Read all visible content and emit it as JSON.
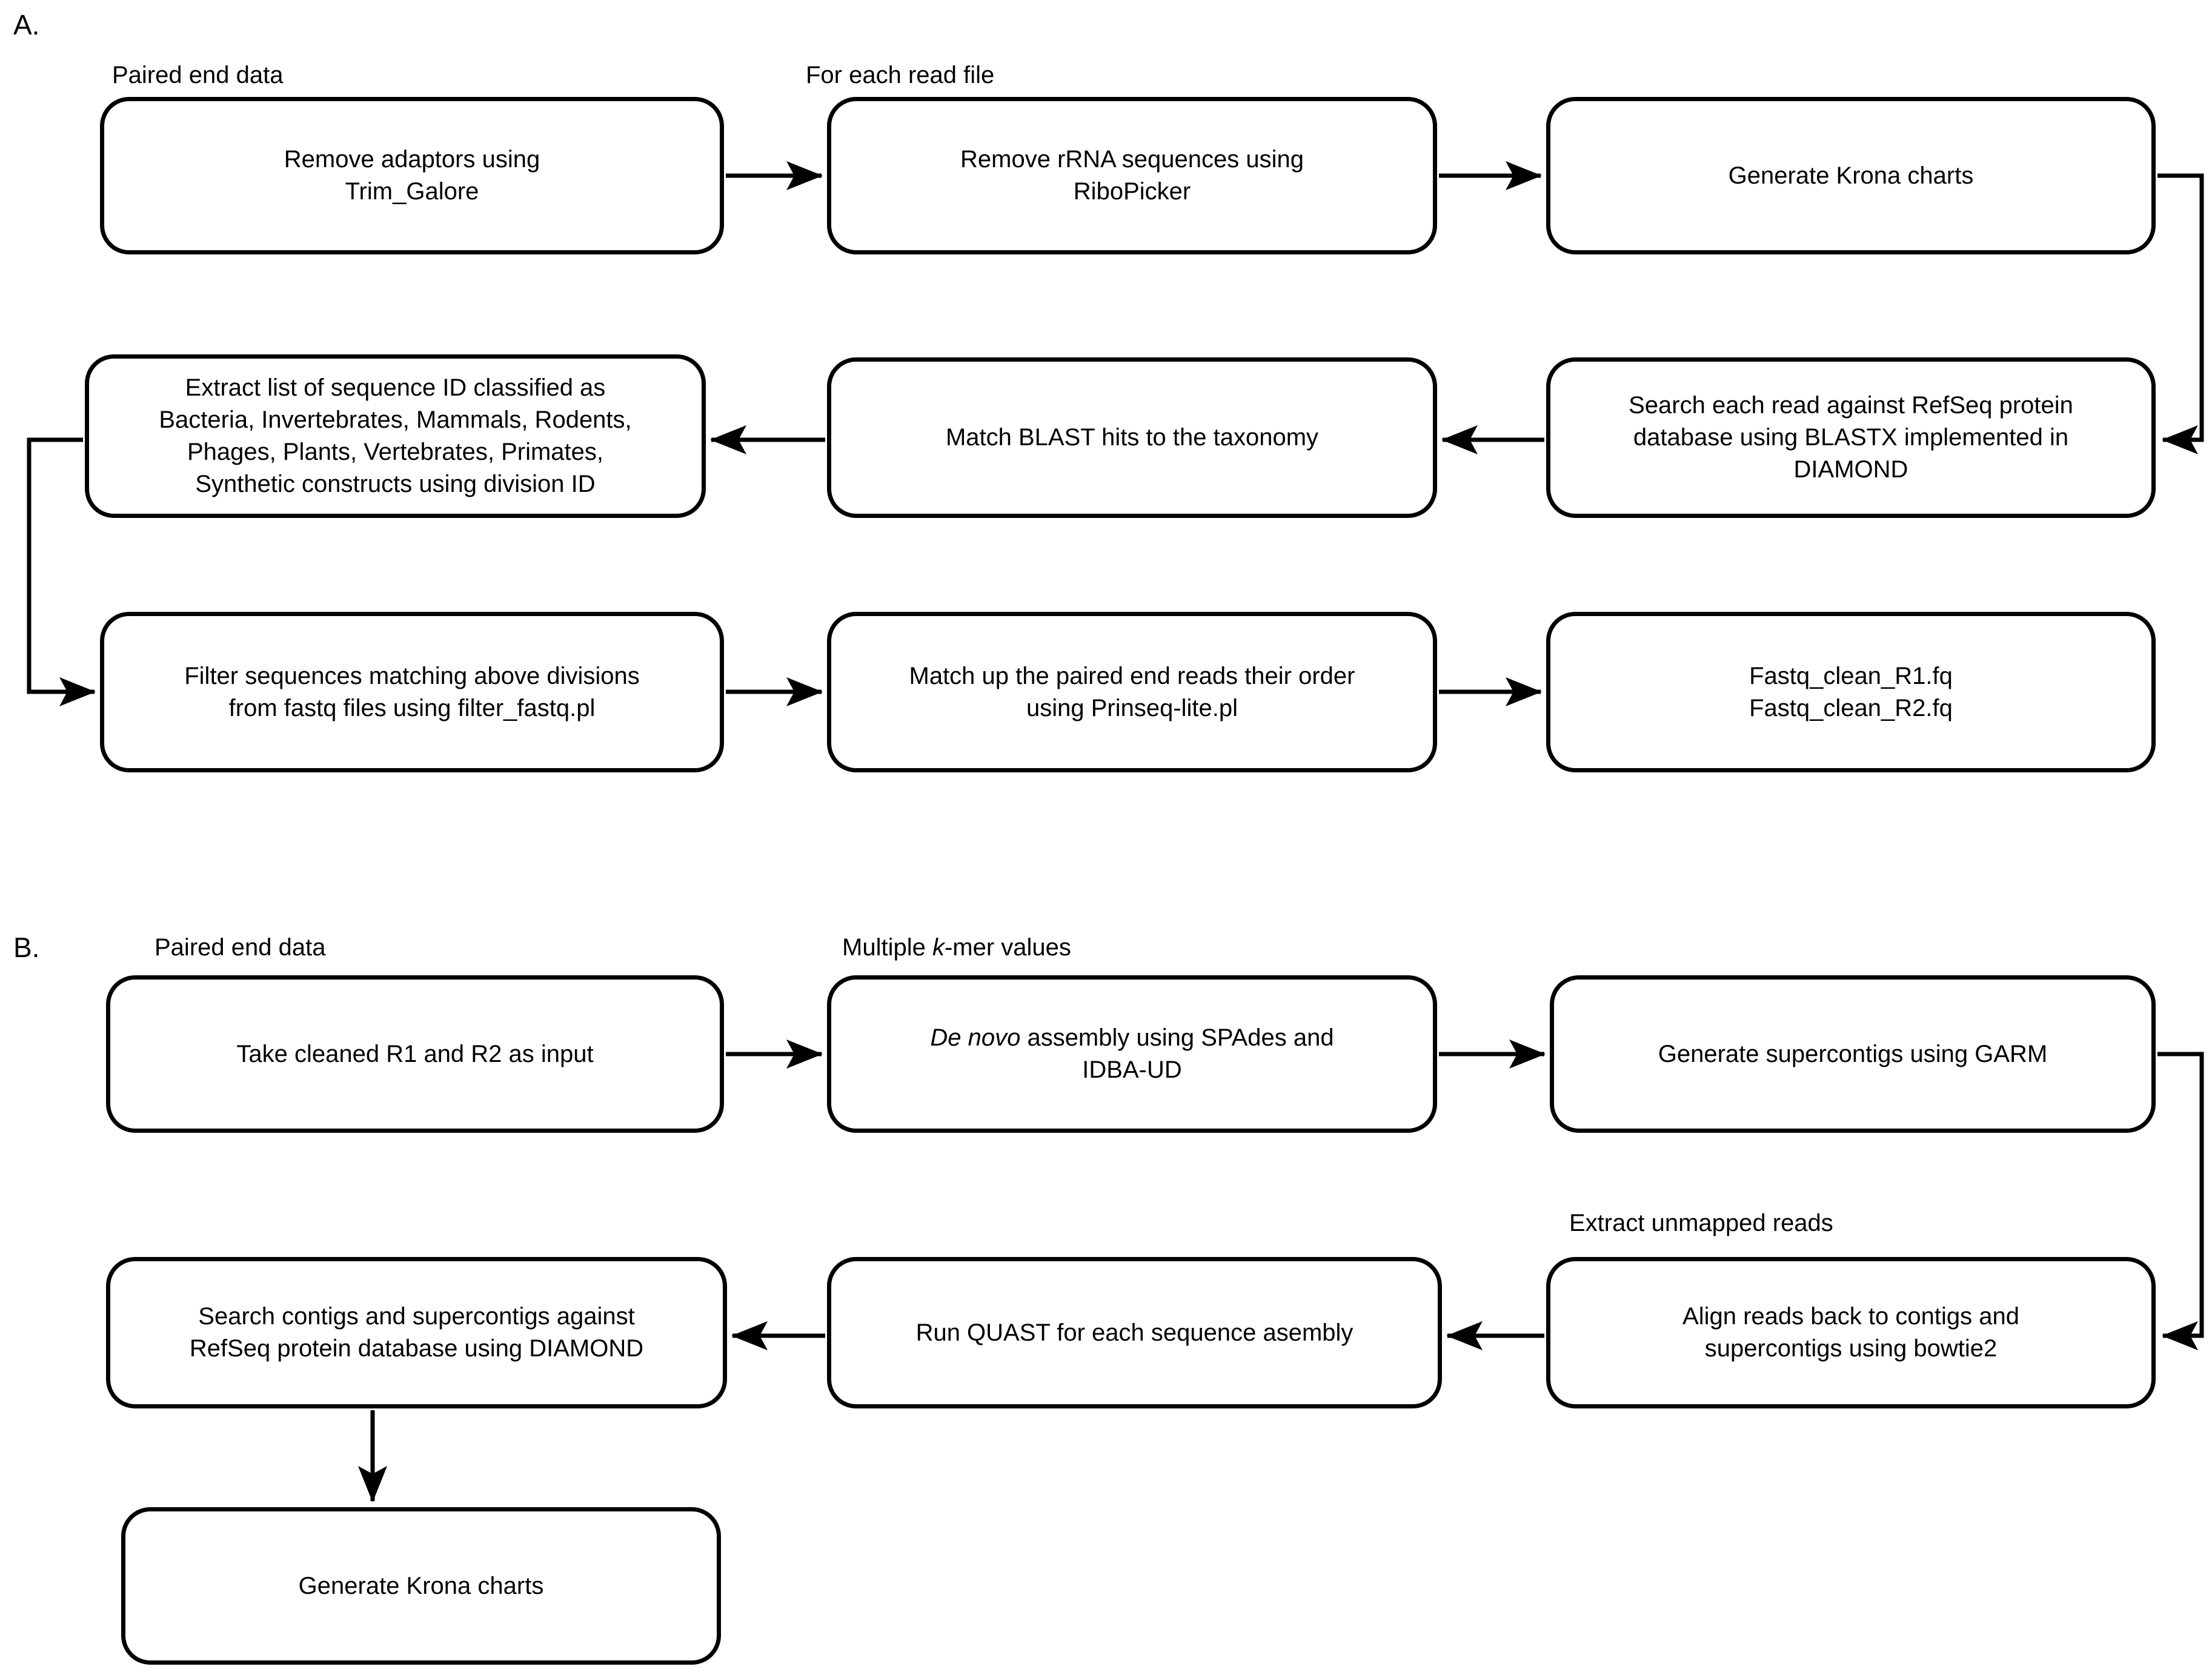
{
  "figure": {
    "background": "#ffffff",
    "line_color": "#000000",
    "sections": {
      "a": {
        "label": "A."
      },
      "b": {
        "label": "B."
      }
    },
    "annotations": {
      "a_paired_end": "Paired end data",
      "a_for_each_read_file": "For each read file",
      "b_paired_end": "Paired end data",
      "b_multiple_kmer_prefix": "Multiple ",
      "b_multiple_kmer_italic": "k",
      "b_multiple_kmer_suffix": "-mer values",
      "b_extract_unmapped": "Extract unmapped reads"
    },
    "boxes": {
      "a1": {
        "lines": [
          "Remove adaptors using",
          "Trim_Galore"
        ]
      },
      "a2": {
        "lines": [
          "Remove rRNA sequences using",
          "RiboPicker"
        ]
      },
      "a3": {
        "lines": [
          "Generate Krona charts"
        ]
      },
      "a4": {
        "lines": [
          "Search each read against RefSeq protein",
          "database using BLASTX implemented in",
          "DIAMOND"
        ]
      },
      "a5": {
        "lines": [
          "Match BLAST hits to the taxonomy"
        ]
      },
      "a6": {
        "lines": [
          "Extract list of sequence ID classified as",
          "Bacteria, Invertebrates, Mammals, Rodents,",
          "Phages, Plants, Vertebrates, Primates,",
          "Synthetic constructs using division ID"
        ]
      },
      "a7": {
        "lines": [
          "Filter sequences matching above divisions",
          "from fastq files using filter_fastq.pl"
        ]
      },
      "a8": {
        "lines": [
          "Match up the paired end reads their order",
          "using Prinseq-lite.pl"
        ]
      },
      "a9": {
        "lines": [
          "Fastq_clean_R1.fq",
          "Fastq_clean_R2.fq"
        ]
      },
      "b1": {
        "lines": [
          "Take cleaned R1 and R2 as input"
        ]
      },
      "b2": {
        "line1_italic": "De novo",
        "line1_rest": " assembly using SPAdes and",
        "line2": "IDBA-UD"
      },
      "b3": {
        "lines": [
          "Generate supercontigs using GARM"
        ]
      },
      "b4": {
        "lines": [
          "Align reads back to contigs and",
          "supercontigs using bowtie2"
        ]
      },
      "b5": {
        "lines": [
          "Run QUAST for each sequence asembly"
        ]
      },
      "b6": {
        "lines": [
          "Search contigs and supercontigs against",
          "RefSeq protein database using DIAMOND"
        ]
      },
      "b7": {
        "lines": [
          "Generate Krona charts"
        ]
      }
    }
  }
}
